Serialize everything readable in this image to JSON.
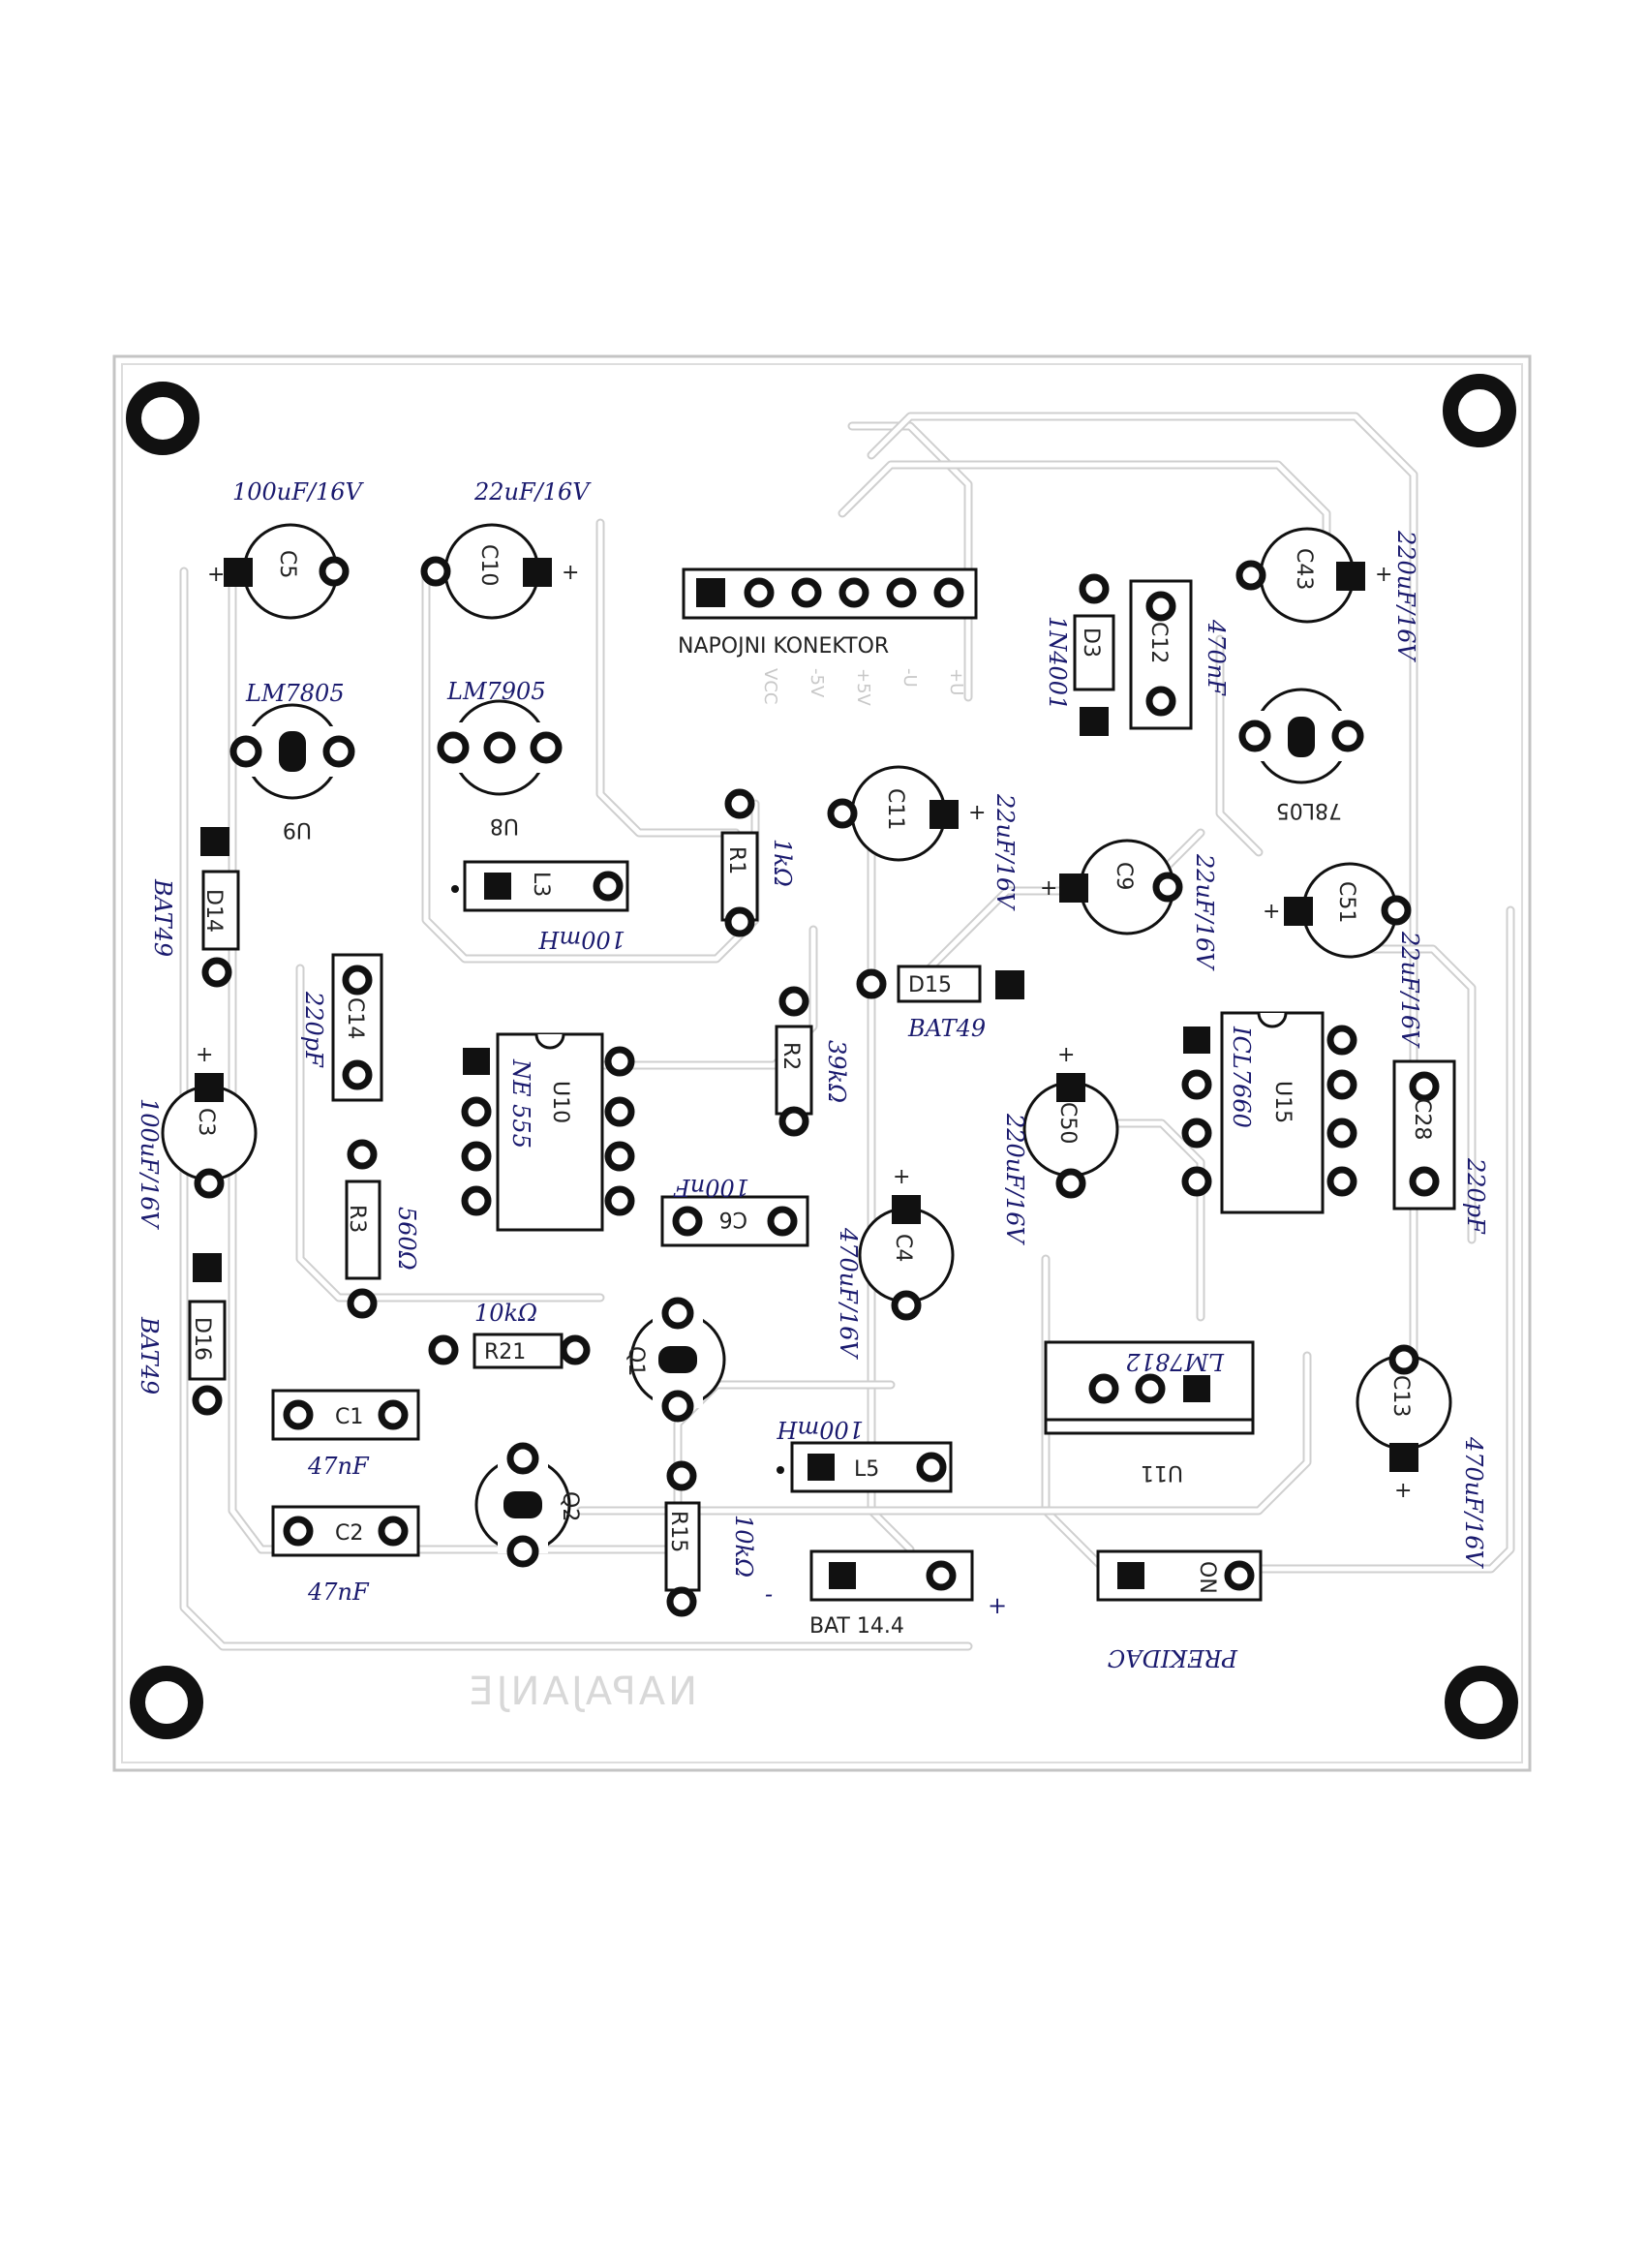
{
  "board": {
    "connector_label": "NAPOJNI KONEKTOR",
    "connector_pins": [
      "VCC",
      "-5V",
      "+5V",
      "-U",
      "+U"
    ],
    "mirrored_bottom_label": "NAPAJANJE",
    "battery_label": "BAT 14.4",
    "battery_minus": "-",
    "battery_plus": "+",
    "switch_label": "ON",
    "switch_note": "PREKIDAC",
    "plus_sign": "+"
  },
  "components": {
    "C5": {
      "ref": "C5",
      "value": "100uF/16V"
    },
    "C10": {
      "ref": "C10",
      "value": "22uF/16V"
    },
    "U9": {
      "ref": "U9",
      "value": "LM7805"
    },
    "U8": {
      "ref": "U8",
      "value": "LM7905"
    },
    "L3": {
      "ref": "L3",
      "value": "100mH"
    },
    "D14": {
      "ref": "D14",
      "value": "BAT49"
    },
    "C14": {
      "ref": "C14",
      "value": "220pF"
    },
    "C3": {
      "ref": "C3",
      "value": "100uF/16V"
    },
    "U10": {
      "ref": "U10",
      "value": "NE 555"
    },
    "R3": {
      "ref": "R3",
      "value": "560Ω"
    },
    "D16": {
      "ref": "D16",
      "value": "BAT49"
    },
    "R21": {
      "ref": "R21",
      "value": "10kΩ"
    },
    "Q1": {
      "ref": "Q1"
    },
    "Q2": {
      "ref": "Q2"
    },
    "C1": {
      "ref": "C1",
      "value": "47nF"
    },
    "C2": {
      "ref": "C2",
      "value": "47nF"
    },
    "R15": {
      "ref": "R15",
      "value": "10kΩ"
    },
    "R1": {
      "ref": "R1",
      "value": "1kΩ"
    },
    "R2": {
      "ref": "R2",
      "value": "39kΩ"
    },
    "C11": {
      "ref": "C11",
      "value": "22uF/16V"
    },
    "D15": {
      "ref": "D15",
      "value": "BAT49"
    },
    "C6": {
      "ref": "C6",
      "value": "100nF"
    },
    "C4": {
      "ref": "C4",
      "value": "470uF/16V"
    },
    "L5": {
      "ref": "L5",
      "value": "100mH"
    },
    "D3": {
      "ref": "D3",
      "value": "1N4001"
    },
    "C12": {
      "ref": "C12",
      "value": "470nF"
    },
    "C43": {
      "ref": "C43",
      "value": "220uF/16V"
    },
    "U78L05": {
      "ref": "78L05"
    },
    "C9": {
      "ref": "C9",
      "value": "22uF/16V"
    },
    "C51": {
      "ref": "C51",
      "value": "22uF/16V"
    },
    "C50": {
      "ref": "C50",
      "value": "220uF/16V"
    },
    "U15": {
      "ref": "U15",
      "value": "ICL7660"
    },
    "C28": {
      "ref": "C28",
      "value": "220pF"
    },
    "U11": {
      "ref": "U11",
      "value": "LM7812"
    },
    "C13": {
      "ref": "C13",
      "value": "470uF/16V"
    }
  }
}
